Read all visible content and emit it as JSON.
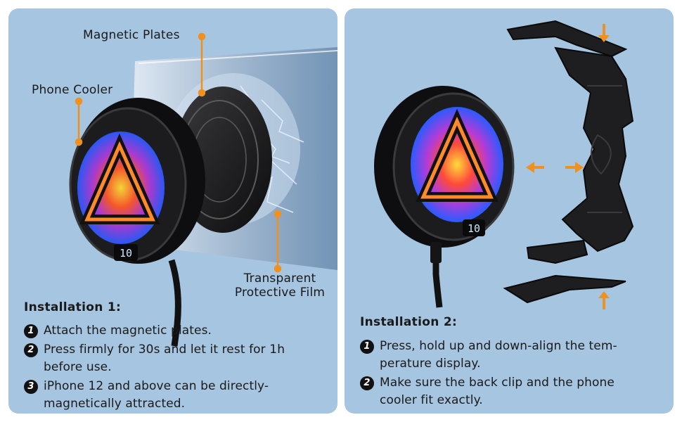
{
  "colors": {
    "panel_bg": "#a6c5e0",
    "callout_orange": "#f0901e",
    "device_black": "#1c1c1e"
  },
  "left_panel": {
    "labels": {
      "magnetic_plates": "Magnetic Plates",
      "phone_cooler": "Phone Cooler",
      "film_line1": "Transparent",
      "film_line2": "Protective Film"
    },
    "display_reading": "10",
    "heading": "Installation 1:",
    "steps": [
      {
        "num": "1",
        "text": "Attach the magnetic plates."
      },
      {
        "num": "2",
        "text": "Press firmly for 30s and let it rest for 1h before use."
      },
      {
        "num": "3",
        "text": "iPhone 12 and above can be directly-magnetically attracted."
      }
    ]
  },
  "right_panel": {
    "display_reading": "10",
    "heading": "Installation 2:",
    "steps": [
      {
        "num": "1",
        "text": "Press, hold up and down-align the tem-perature display."
      },
      {
        "num": "2",
        "text": "Make sure the back clip and the phone cooler fit exactly."
      }
    ],
    "arrow_icons": [
      "arrow-down-icon",
      "arrow-up-icon",
      "arrow-left-icon",
      "arrow-right-icon"
    ]
  }
}
